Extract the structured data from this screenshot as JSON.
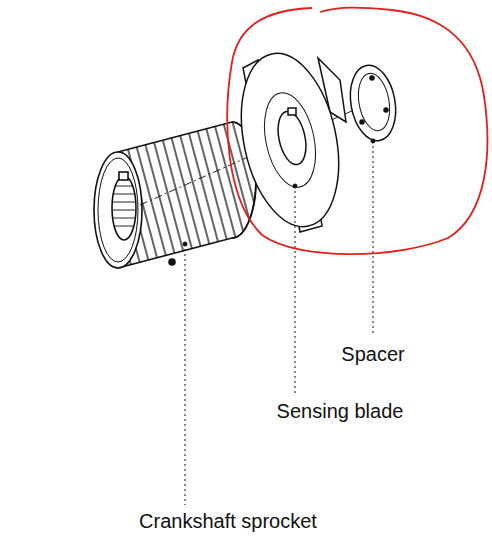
{
  "diagram": {
    "labels": [
      "Spacer",
      "Sensing blade",
      "Crankshaft sprocket"
    ]
  }
}
